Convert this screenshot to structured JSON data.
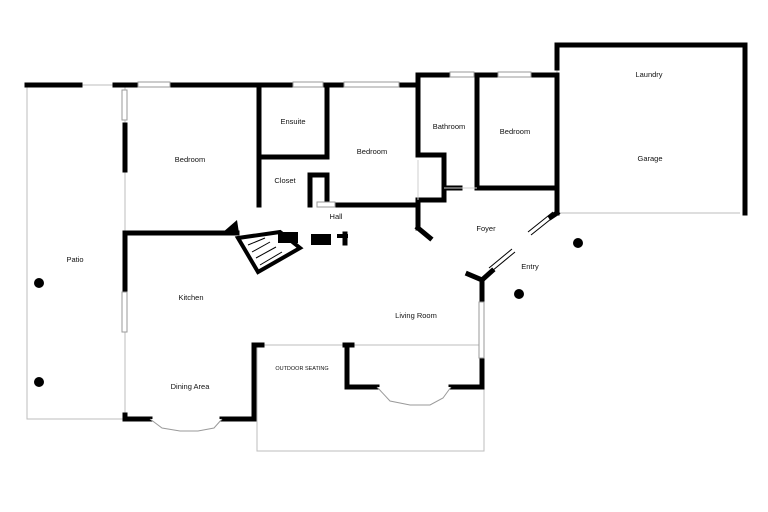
{
  "rooms": {
    "laundry": "Laundry",
    "garage": "Garage",
    "bathroom": "Bathroom",
    "bedroom_east": "Bedroom",
    "ensuite": "Ensuite",
    "bedroom_center": "Bedroom",
    "bedroom_west": "Bedroom",
    "closet": "Closet",
    "hall": "Hall",
    "foyer": "Foyer",
    "entry": "Entry",
    "patio": "Patio",
    "kitchen": "Kitchen",
    "living_room": "Living Room",
    "outdoor_seating": "OUTDOOR SEATING",
    "dining_area": "Dining Area"
  }
}
